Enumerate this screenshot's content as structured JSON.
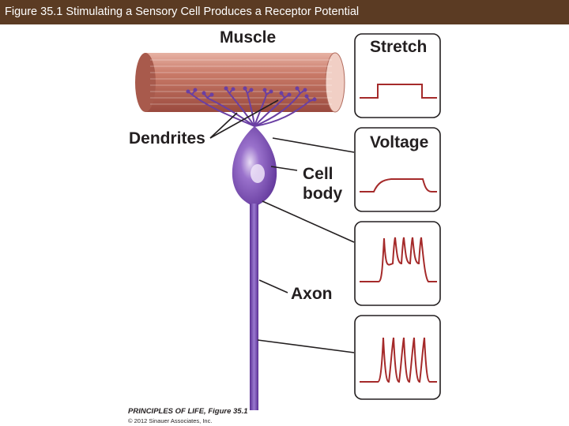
{
  "header": {
    "title": "Figure 35.1  Stimulating a Sensory Cell Produces a Receptor Potential"
  },
  "labels": {
    "muscle": "Muscle",
    "dendrites": "Dendrites",
    "cell_line1": "Cell",
    "cell_line2": "body",
    "axon": "Axon"
  },
  "panels": {
    "stretch": "Stretch",
    "voltage": "Voltage"
  },
  "credit": {
    "line1": "PRINCIPLES OF LIFE, Figure 35.1",
    "line2": "© 2012 Sinauer Associates, Inc."
  },
  "colors": {
    "title_bar": "#5b3b23",
    "trace": "#a52a2a",
    "neuron": "#6a3fa3",
    "muscle": "#c87a6a",
    "panel_border": "#231f20"
  }
}
